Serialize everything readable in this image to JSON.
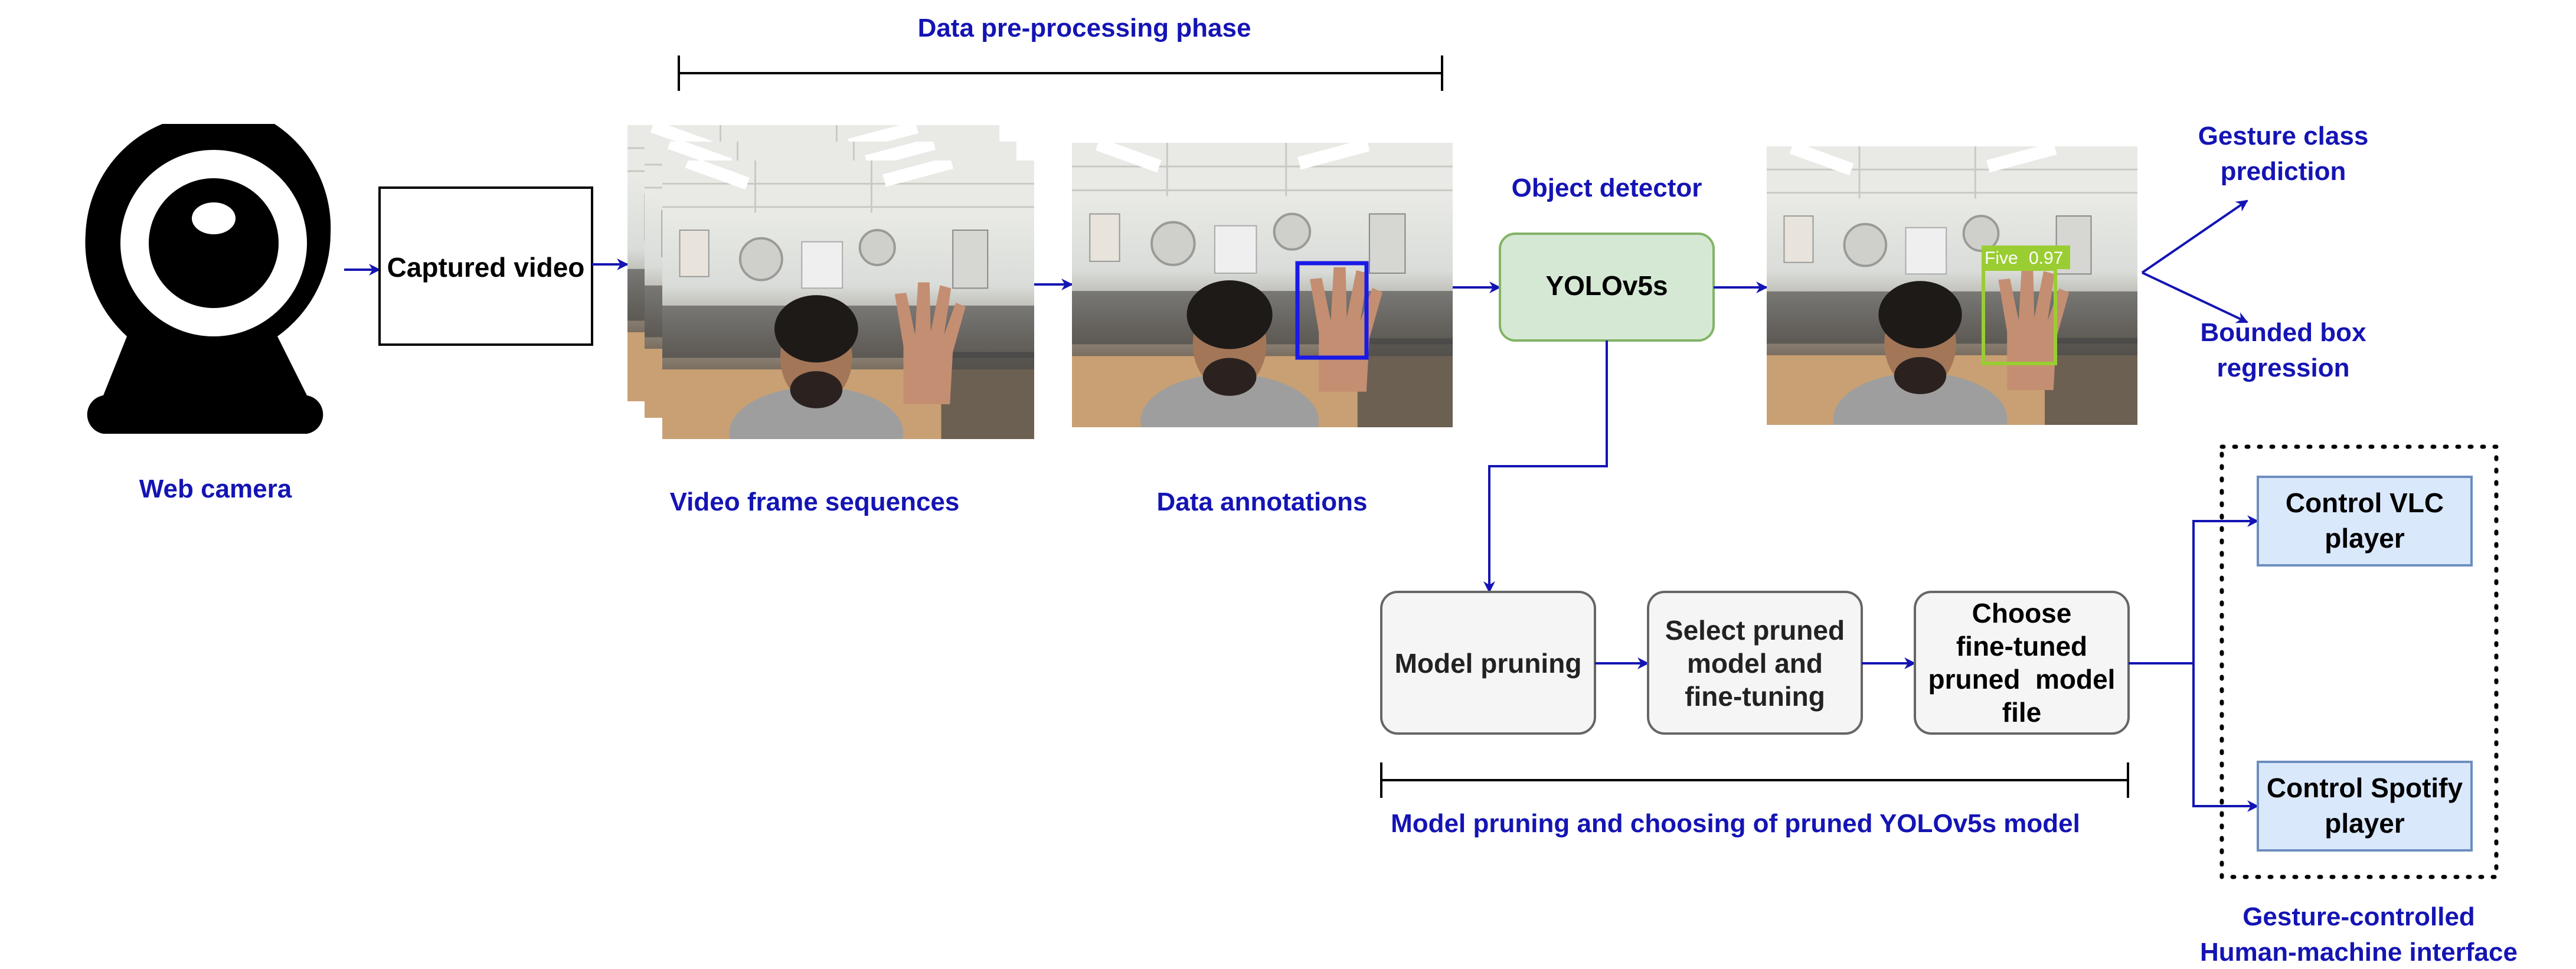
{
  "title": "Data pre-processing phase",
  "colors": {
    "label_blue": "#1414b4",
    "yolo_fill": "#d5e8d4",
    "yolo_stroke": "#82b366",
    "pruning_fill": "#f5f5f5",
    "pruning_stroke": "#666666",
    "control_fill": "#dae8fc",
    "control_stroke": "#6c8ebf",
    "bbox_blue": "#1a1ae6",
    "bbox_green": "#9acd32"
  },
  "webcam": {
    "label": "Web camera",
    "icon": "webcam-icon"
  },
  "captured_video": {
    "label": "Captured video"
  },
  "video_frames": {
    "label": "Video frame sequences"
  },
  "annotations": {
    "label": "Data annotations"
  },
  "detector": {
    "title": "Object detector",
    "model": "YOLOv5s"
  },
  "detection": {
    "tag_label": "Five",
    "confidence": "0.97"
  },
  "outputs": {
    "gesture_line1": "Gesture class",
    "gesture_line2": "prediction",
    "bbox_line1": "Bounded box",
    "bbox_line2": "regression"
  },
  "pruning": {
    "model_pruning": "Model pruning",
    "select_line1": "Select pruned",
    "select_line2": "model and",
    "select_line3": "fine-tuning",
    "choose_line1": "Choose",
    "choose_line2": "fine-tuned",
    "choose_line3": "pruned  model",
    "choose_line4": "file",
    "phase_label": "Model pruning and choosing of pruned YOLOv5s model"
  },
  "hmi": {
    "vlc_line1": "Control VLC",
    "vlc_line2": "player",
    "spotify_line1": "Control Spotify",
    "spotify_line2": "player",
    "label_line1": "Gesture-controlled",
    "label_line2": "Human-machine interface"
  }
}
